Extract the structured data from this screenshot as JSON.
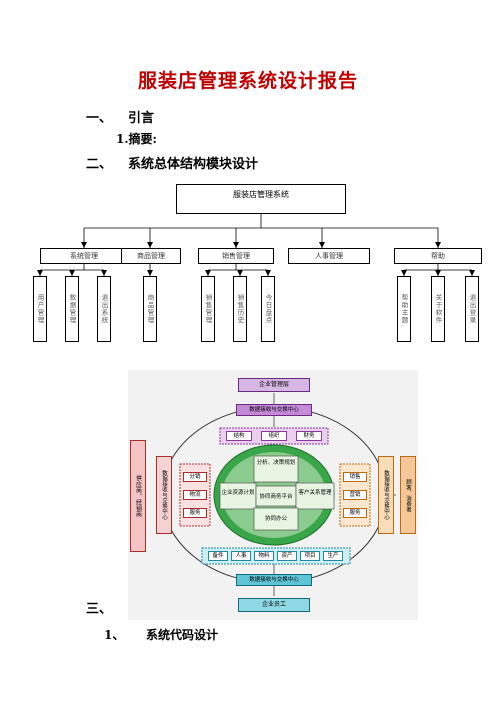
{
  "title": "服装店管理系统设计报告",
  "sections": {
    "s1_num": "一、",
    "s1_title": "引言",
    "s1_sub": "1.摘要:",
    "s2_num": "二、",
    "s2_title": "系统总体结构模块设计",
    "s3_num": "三、",
    "s3_sub_num": "1、",
    "s3_sub_title": "系统代码设计"
  },
  "org_chart": {
    "root": "服装店管理系统",
    "modules": [
      {
        "label": "系统管理",
        "children": [
          "用户管理",
          "数据管理",
          "退出系统"
        ]
      },
      {
        "label": "商品管理",
        "children": [
          "商品管理"
        ]
      },
      {
        "label": "销售管理",
        "children": [
          "销售管理",
          "销售历史",
          "今日盘点"
        ]
      },
      {
        "label": "人事管理",
        "children": []
      },
      {
        "label": "帮助",
        "children": [
          "帮助主题",
          "关于软件",
          "退出登录"
        ]
      }
    ]
  },
  "platform_diagram": {
    "top_box": "企业管理层",
    "top_hub": "数据接收与交换中心",
    "top_row": [
      "结构",
      "组织",
      "财务"
    ],
    "left_vertical": "数据接收与交换中心",
    "left_outer": "供应商、经销商",
    "left_items": [
      "分销",
      "物流",
      "服务"
    ],
    "center_top": "分析、决策规划",
    "center_left": "企业资源计划",
    "center_mid": "协同商务平台",
    "center_right": "客户关系管理",
    "center_bottom": "协同办公",
    "right_items": [
      "销售",
      "营销",
      "服务"
    ],
    "right_vertical": "数据接收与交换中心",
    "right_outer": "顾客、消费者",
    "bottom_row": [
      "备件",
      "人事",
      "物料",
      "资产",
      "项目",
      "生产"
    ],
    "bottom_hub": "数据接收与交换中心",
    "bottom_box": "企业员工"
  }
}
